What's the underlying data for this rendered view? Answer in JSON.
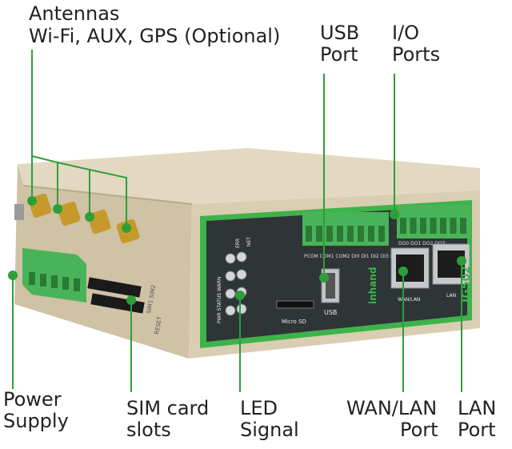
{
  "labels": {
    "antennas_title": "Antennas",
    "antennas_sub": "Wi-Fi, AUX, GPS (Optional)",
    "usb_1": "USB",
    "usb_2": "Port",
    "io_1": "I/O",
    "io_2": "Ports",
    "power_1": "Power",
    "power_2": "Supply",
    "sim_1": "SIM card",
    "sim_2": "slots",
    "led_1": "LED",
    "led_2": "Signal",
    "wan_1": "WAN/LAN",
    "wan_2": "Port",
    "lan_1": "LAN",
    "lan_2": "Port"
  },
  "device": {
    "model": "IG502",
    "brand": "inhand",
    "usb_text": "USB",
    "microsd_text": "Micro SD",
    "wanlan_text": "WAN/LAN",
    "lan_text": "LAN",
    "err_text": "ERR",
    "net_text": "NET",
    "led_row_text": "PWR STATUS WARN",
    "sim_text": "SIM1 SIM2",
    "reset_text": "RESET",
    "io_text": "PCOM COM1 COM2 DI0 DI1 DI2 DI3 NC",
    "io_text_right": "DO0 DO1 DO2 DO3"
  },
  "colors": {
    "callout": "#2e9e3a",
    "panel": "#2f3437",
    "trim": "#3db34a",
    "body": "#d7cbb0",
    "connector": "#49b35a"
  }
}
